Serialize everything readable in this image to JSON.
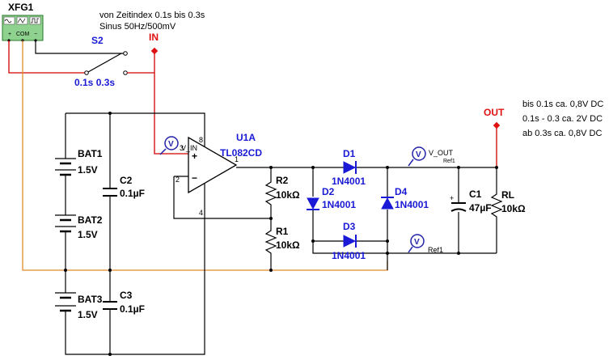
{
  "generator": {
    "name": "XFG1",
    "terminals": [
      "+",
      "COM",
      "−"
    ],
    "note_line1": "von Zeitindex 0.1s bis 0.3s",
    "note_line2": "Sinus 50Hz/500mV"
  },
  "switch": {
    "name": "S2",
    "times": "0.1s 0.3s"
  },
  "ports": {
    "input": "IN",
    "output": "OUT"
  },
  "opamp": {
    "name": "U1A",
    "model": "TL082CD",
    "input_label": "V_IN",
    "pin_plus": "3",
    "pin_minus": "2",
    "pin_out": "1",
    "pin_vp": "8",
    "pin_vn": "4"
  },
  "batteries": [
    {
      "name": "BAT1",
      "value": "1.5V"
    },
    {
      "name": "BAT2",
      "value": "1.5V"
    },
    {
      "name": "BAT3",
      "value": "1.5V"
    }
  ],
  "capacitors": [
    {
      "name": "C2",
      "value": "0.1µF"
    },
    {
      "name": "C3",
      "value": "0.1µF"
    },
    {
      "name": "C1",
      "value": "47µF"
    }
  ],
  "resistors": [
    {
      "name": "R2",
      "value": "10kΩ"
    },
    {
      "name": "R1",
      "value": "10kΩ"
    },
    {
      "name": "RL",
      "value": "10kΩ"
    }
  ],
  "diodes": [
    {
      "name": "D1",
      "model": "1N4001"
    },
    {
      "name": "D2",
      "model": "1N4001"
    },
    {
      "name": "D3",
      "model": "1N4001"
    },
    {
      "name": "D4",
      "model": "1N4001"
    }
  ],
  "probes": [
    {
      "name": "V_OUT",
      "ref": "Ref1"
    },
    {
      "name": "Ref1",
      "ref": ""
    }
  ],
  "output_notes": [
    "bis 0.1s ca. 0,8V DC",
    "0.1s - 0.3 ca. 2V DC",
    "ab 0.3s ca. 0,8V DC"
  ],
  "colors": {
    "wire": "#d10000",
    "ground_wire": "#e08a2c",
    "component": "#000000",
    "label_blue": "#1a1ad6",
    "port_red": "#e01010"
  }
}
